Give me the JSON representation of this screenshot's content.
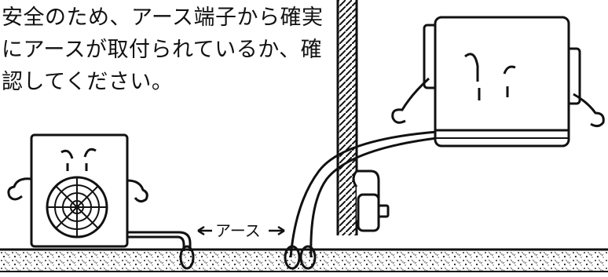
{
  "notice": {
    "lines": [
      "安全のため、アース端子から確実",
      "にアースが取付られているか、確",
      "認してください。"
    ]
  },
  "illustration": {
    "ground_label": "アース"
  }
}
